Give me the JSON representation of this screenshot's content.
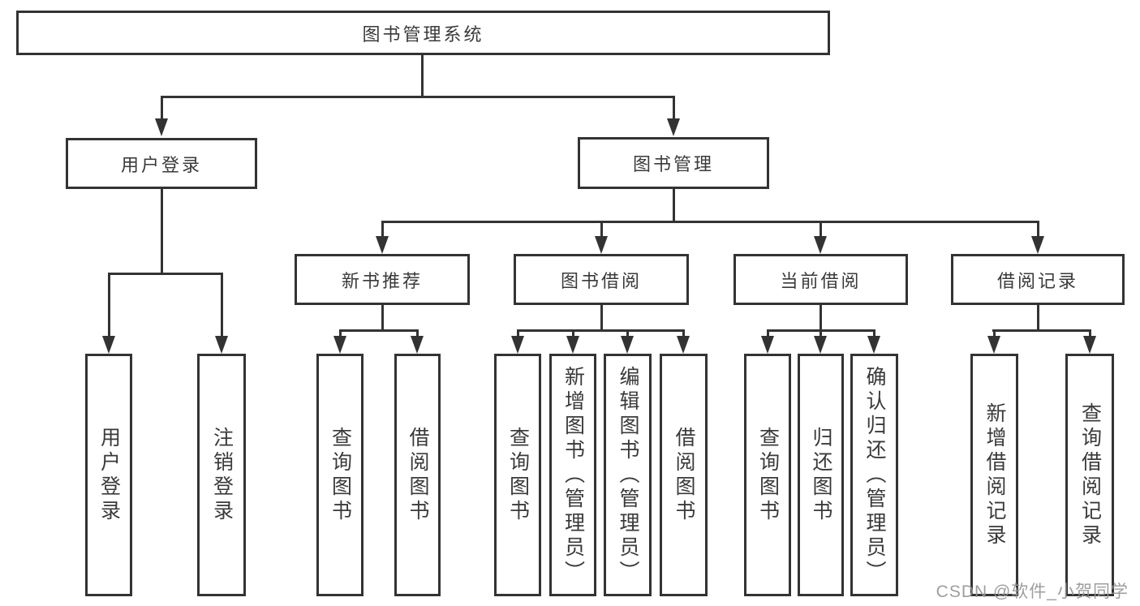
{
  "root": {
    "label": "图书管理系统"
  },
  "level2": {
    "user_login": {
      "label": "用户登录"
    },
    "book_mgmt": {
      "label": "图书管理"
    }
  },
  "level3": {
    "new_books": {
      "label": "新书推荐"
    },
    "book_borrow": {
      "label": "图书借阅"
    },
    "current_borrow": {
      "label": "当前借阅"
    },
    "borrow_records": {
      "label": "借阅记录"
    }
  },
  "leaves": {
    "user_login": [
      "用户登录",
      "注销登录"
    ],
    "new_books": [
      "查询图书",
      "借阅图书"
    ],
    "book_borrow": [
      "查询图书",
      "新增图书（管理员）",
      "编辑图书（管理员）",
      "借阅图书"
    ],
    "current_borrow": [
      "查询图书",
      "归还图书",
      "确认归还（管理员）"
    ],
    "borrow_records": [
      "新增借阅记录",
      "查询借阅记录"
    ]
  },
  "watermark": {
    "text": "CSDN @软件_小贺同学"
  },
  "colors": {
    "line": "#333333",
    "text": "#3a3a3a",
    "watermark": "#969696",
    "background": "#ffffff"
  }
}
